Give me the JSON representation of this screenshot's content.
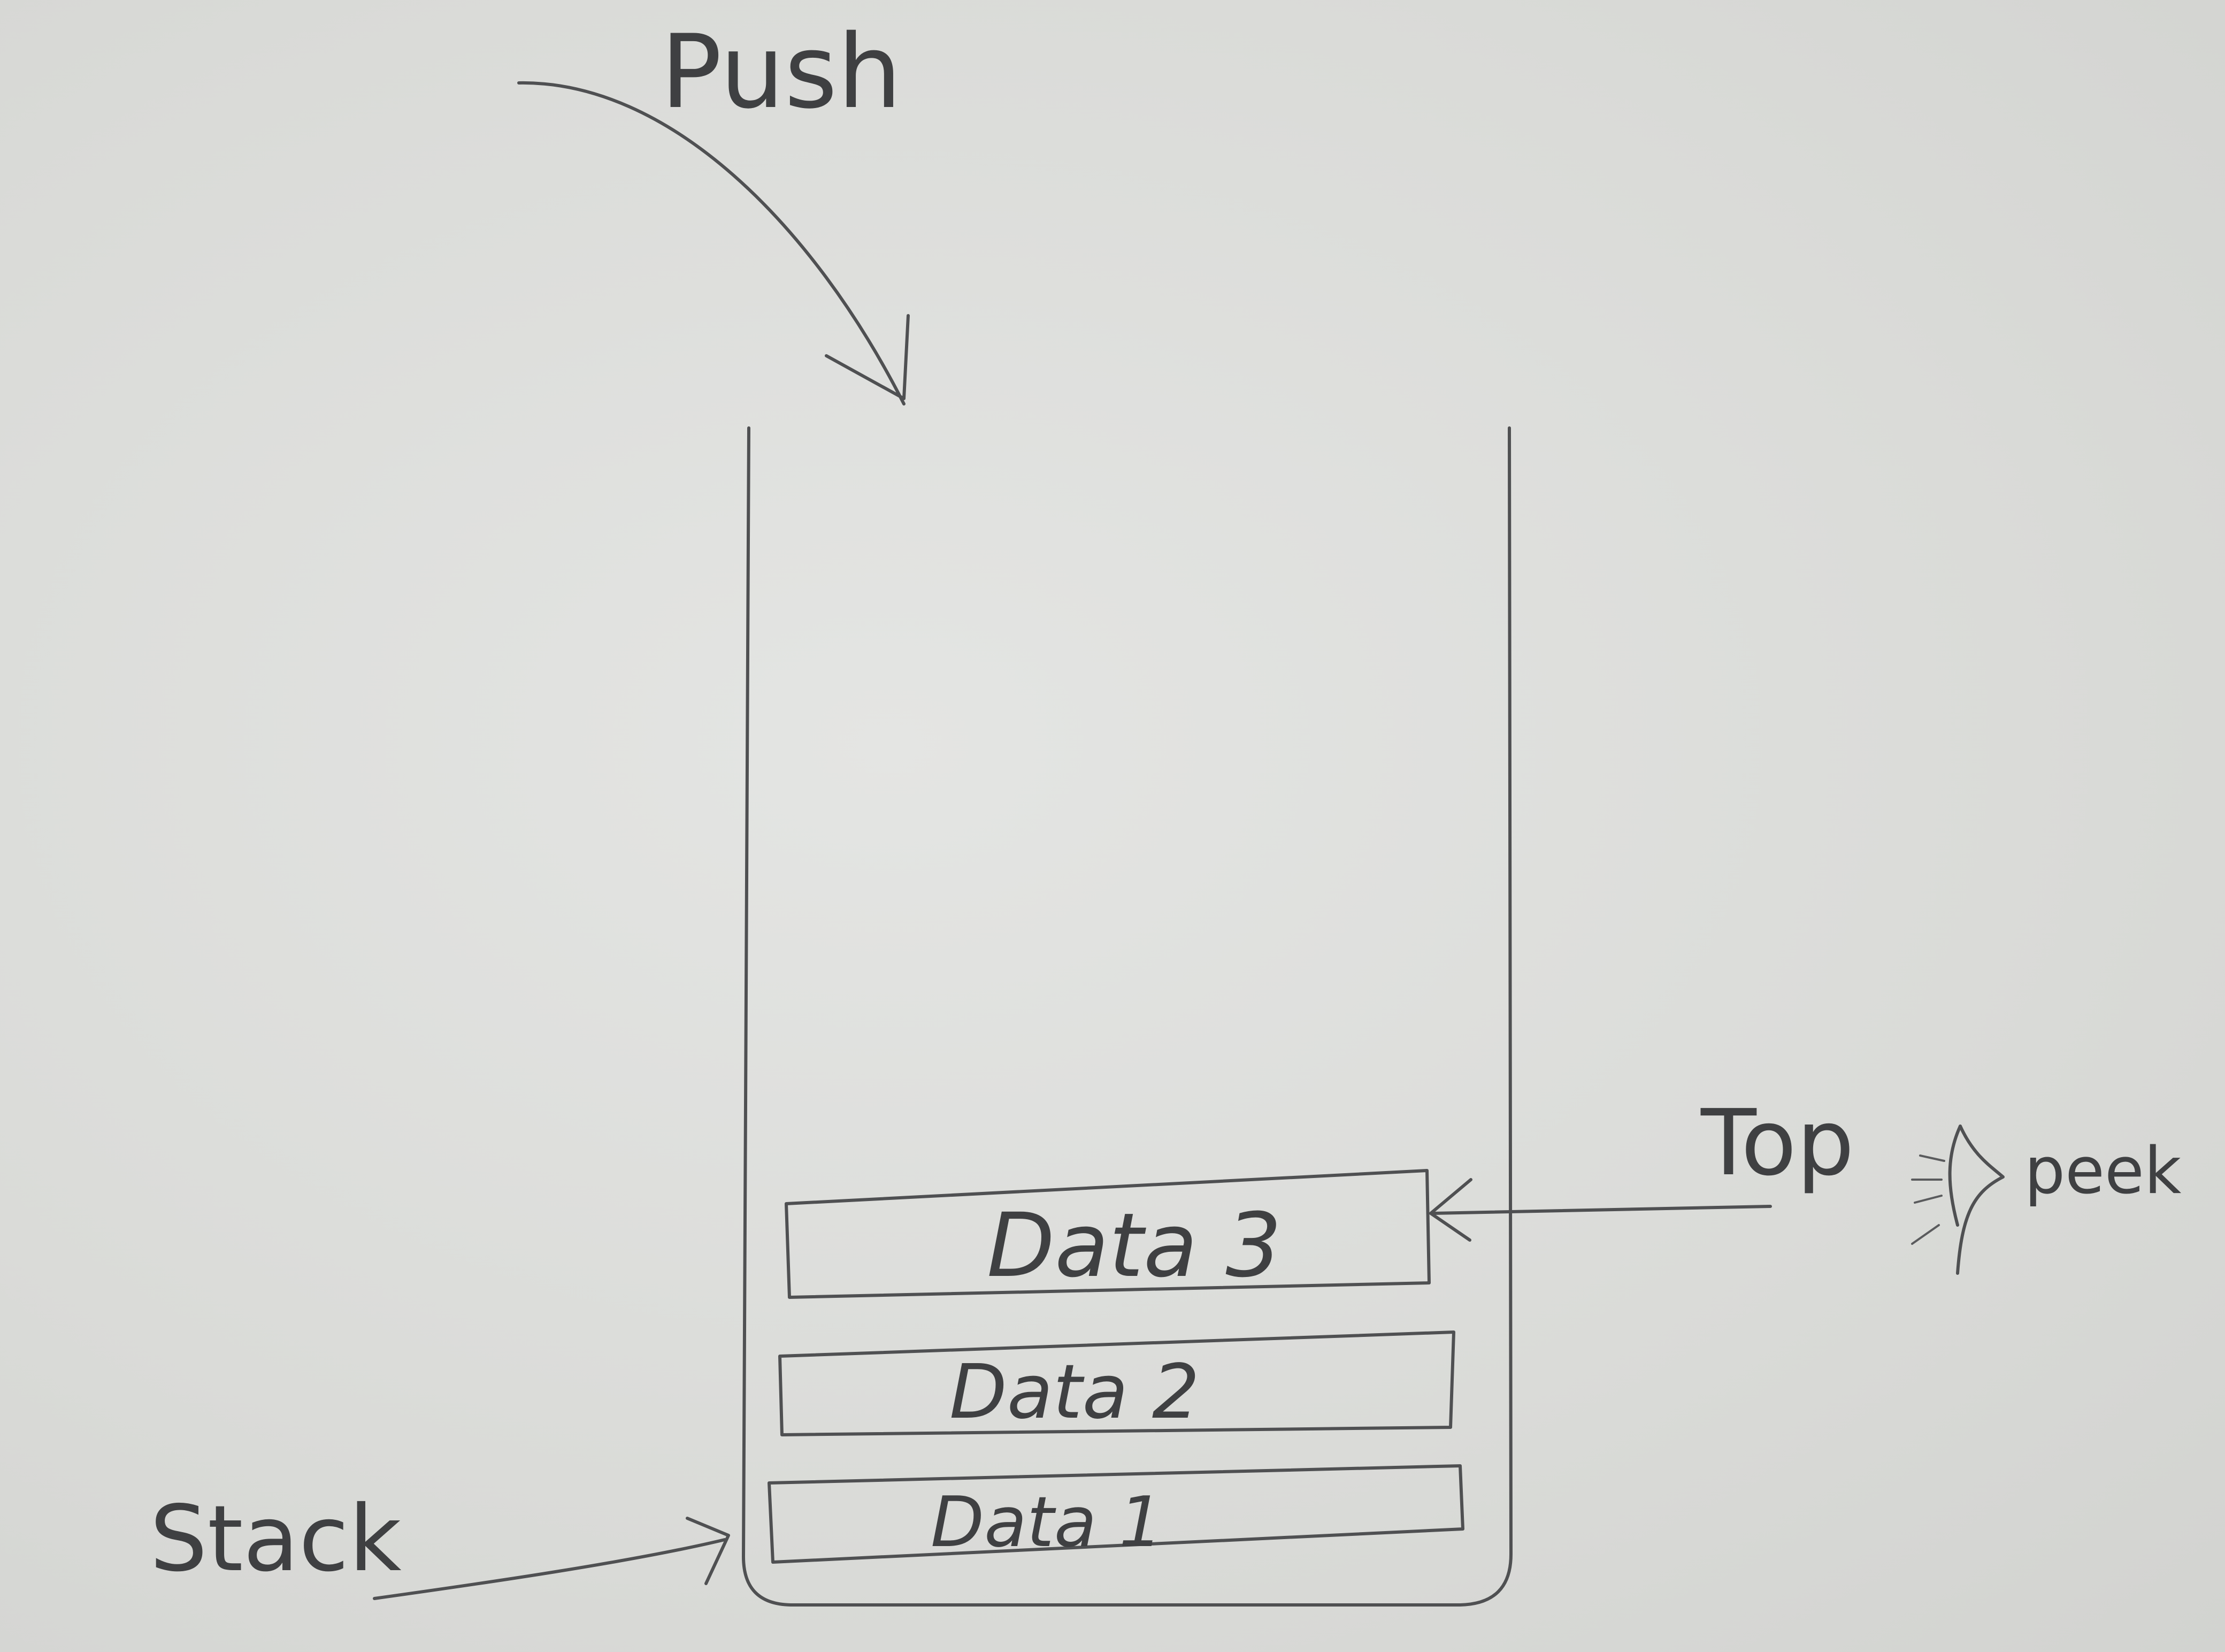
{
  "labels": {
    "push": "Push",
    "top": "Top",
    "peek": "peek",
    "stack": "Stack"
  },
  "stack_items": [
    {
      "label": "Data 3"
    },
    {
      "label": "Data 2"
    },
    {
      "label": "Data 1"
    }
  ],
  "colors": {
    "paper": "#dcdddb",
    "pencil": "#4f5052"
  },
  "icons": {
    "peek": "eye-icon"
  }
}
